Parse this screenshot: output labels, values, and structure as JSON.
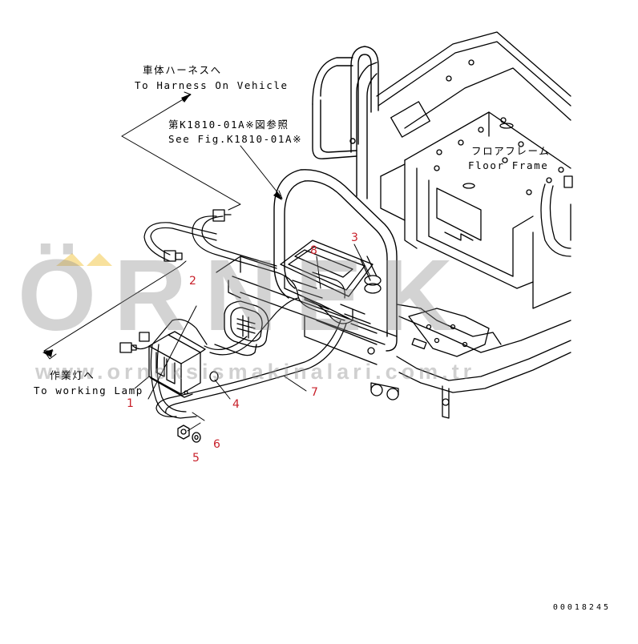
{
  "labels": {
    "harness_jp": "車体ハーネスへ",
    "harness_en": "To Harness On Vehicle",
    "fig_jp": "第K1810-01A※図参照",
    "fig_en": "See Fig.K1810-01A※",
    "floor_jp": "フロアフレーム",
    "floor_en": "Floor Frame",
    "lamp_jp": "作業灯へ",
    "lamp_en": "To working Lamp"
  },
  "callouts": [
    "1",
    "2",
    "3",
    "4",
    "5",
    "6",
    "7",
    "8"
  ],
  "watermark": {
    "brand": "ÖRNEK",
    "url": "www.orneksismakinalari.com.tr"
  },
  "drawing_code": "00018245",
  "colors": {
    "callout": "#c8202a",
    "line": "#000000",
    "watermark": "#8c8c8c",
    "accent": "#f2c94c"
  }
}
